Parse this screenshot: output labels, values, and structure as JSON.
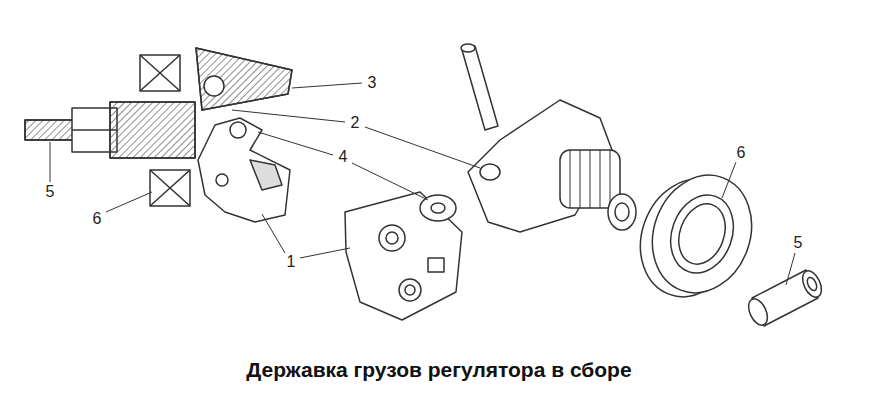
{
  "diagram": {
    "caption": "Державка грузов регулятора в сборе",
    "labels": [
      "3",
      "2",
      "4",
      "6",
      "5",
      "6",
      "1",
      "5"
    ]
  }
}
